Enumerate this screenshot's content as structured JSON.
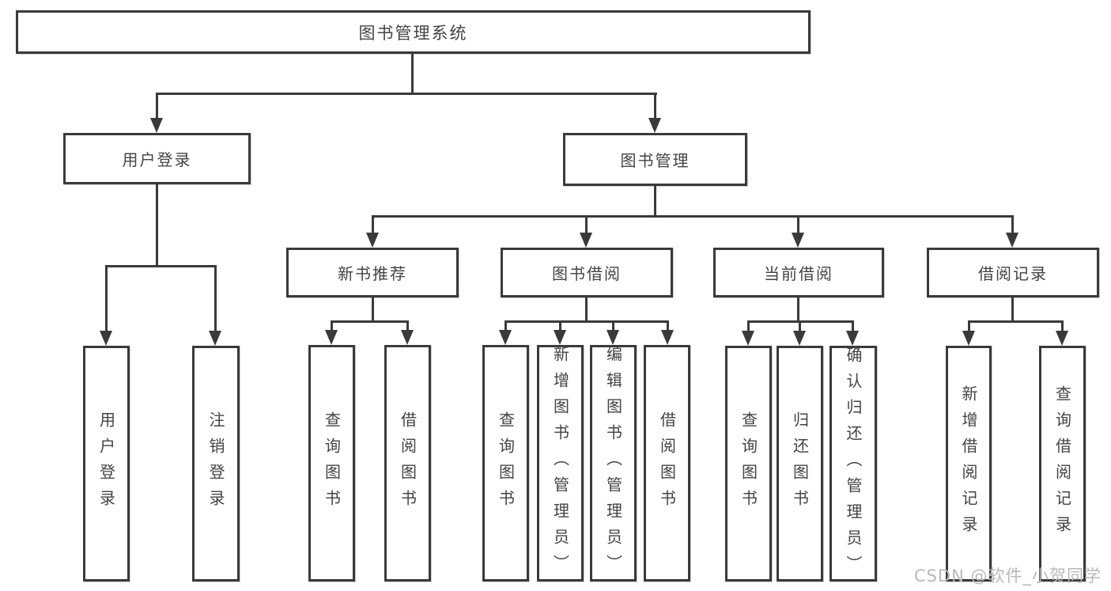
{
  "diagram": {
    "title": "图书管理系统",
    "branches": [
      {
        "label": "用户登录",
        "children": [
          {
            "label": "用户登录"
          },
          {
            "label": "注销登录"
          }
        ]
      },
      {
        "label": "图书管理",
        "children": [
          {
            "label": "新书推荐",
            "children": [
              {
                "label": "查询图书"
              },
              {
                "label": "借阅图书"
              }
            ]
          },
          {
            "label": "图书借阅",
            "children": [
              {
                "label": "查询图书"
              },
              {
                "label": "新增图书（管理员）"
              },
              {
                "label": "编辑图书（管理员）"
              },
              {
                "label": "借阅图书"
              }
            ]
          },
          {
            "label": "当前借阅",
            "children": [
              {
                "label": "查询图书"
              },
              {
                "label": "归还图书"
              },
              {
                "label": "确认归还（管理员）"
              }
            ]
          },
          {
            "label": "借阅记录",
            "children": [
              {
                "label": "新增借阅记录"
              },
              {
                "label": "查询借阅记录"
              }
            ]
          }
        ]
      }
    ],
    "colors": {
      "line": "#3a3a3a",
      "text": "#434347",
      "background": "#ffffff"
    }
  },
  "watermark": {
    "text": "CSDN @软件_小贺同学",
    "color": "#b9b9b9"
  }
}
